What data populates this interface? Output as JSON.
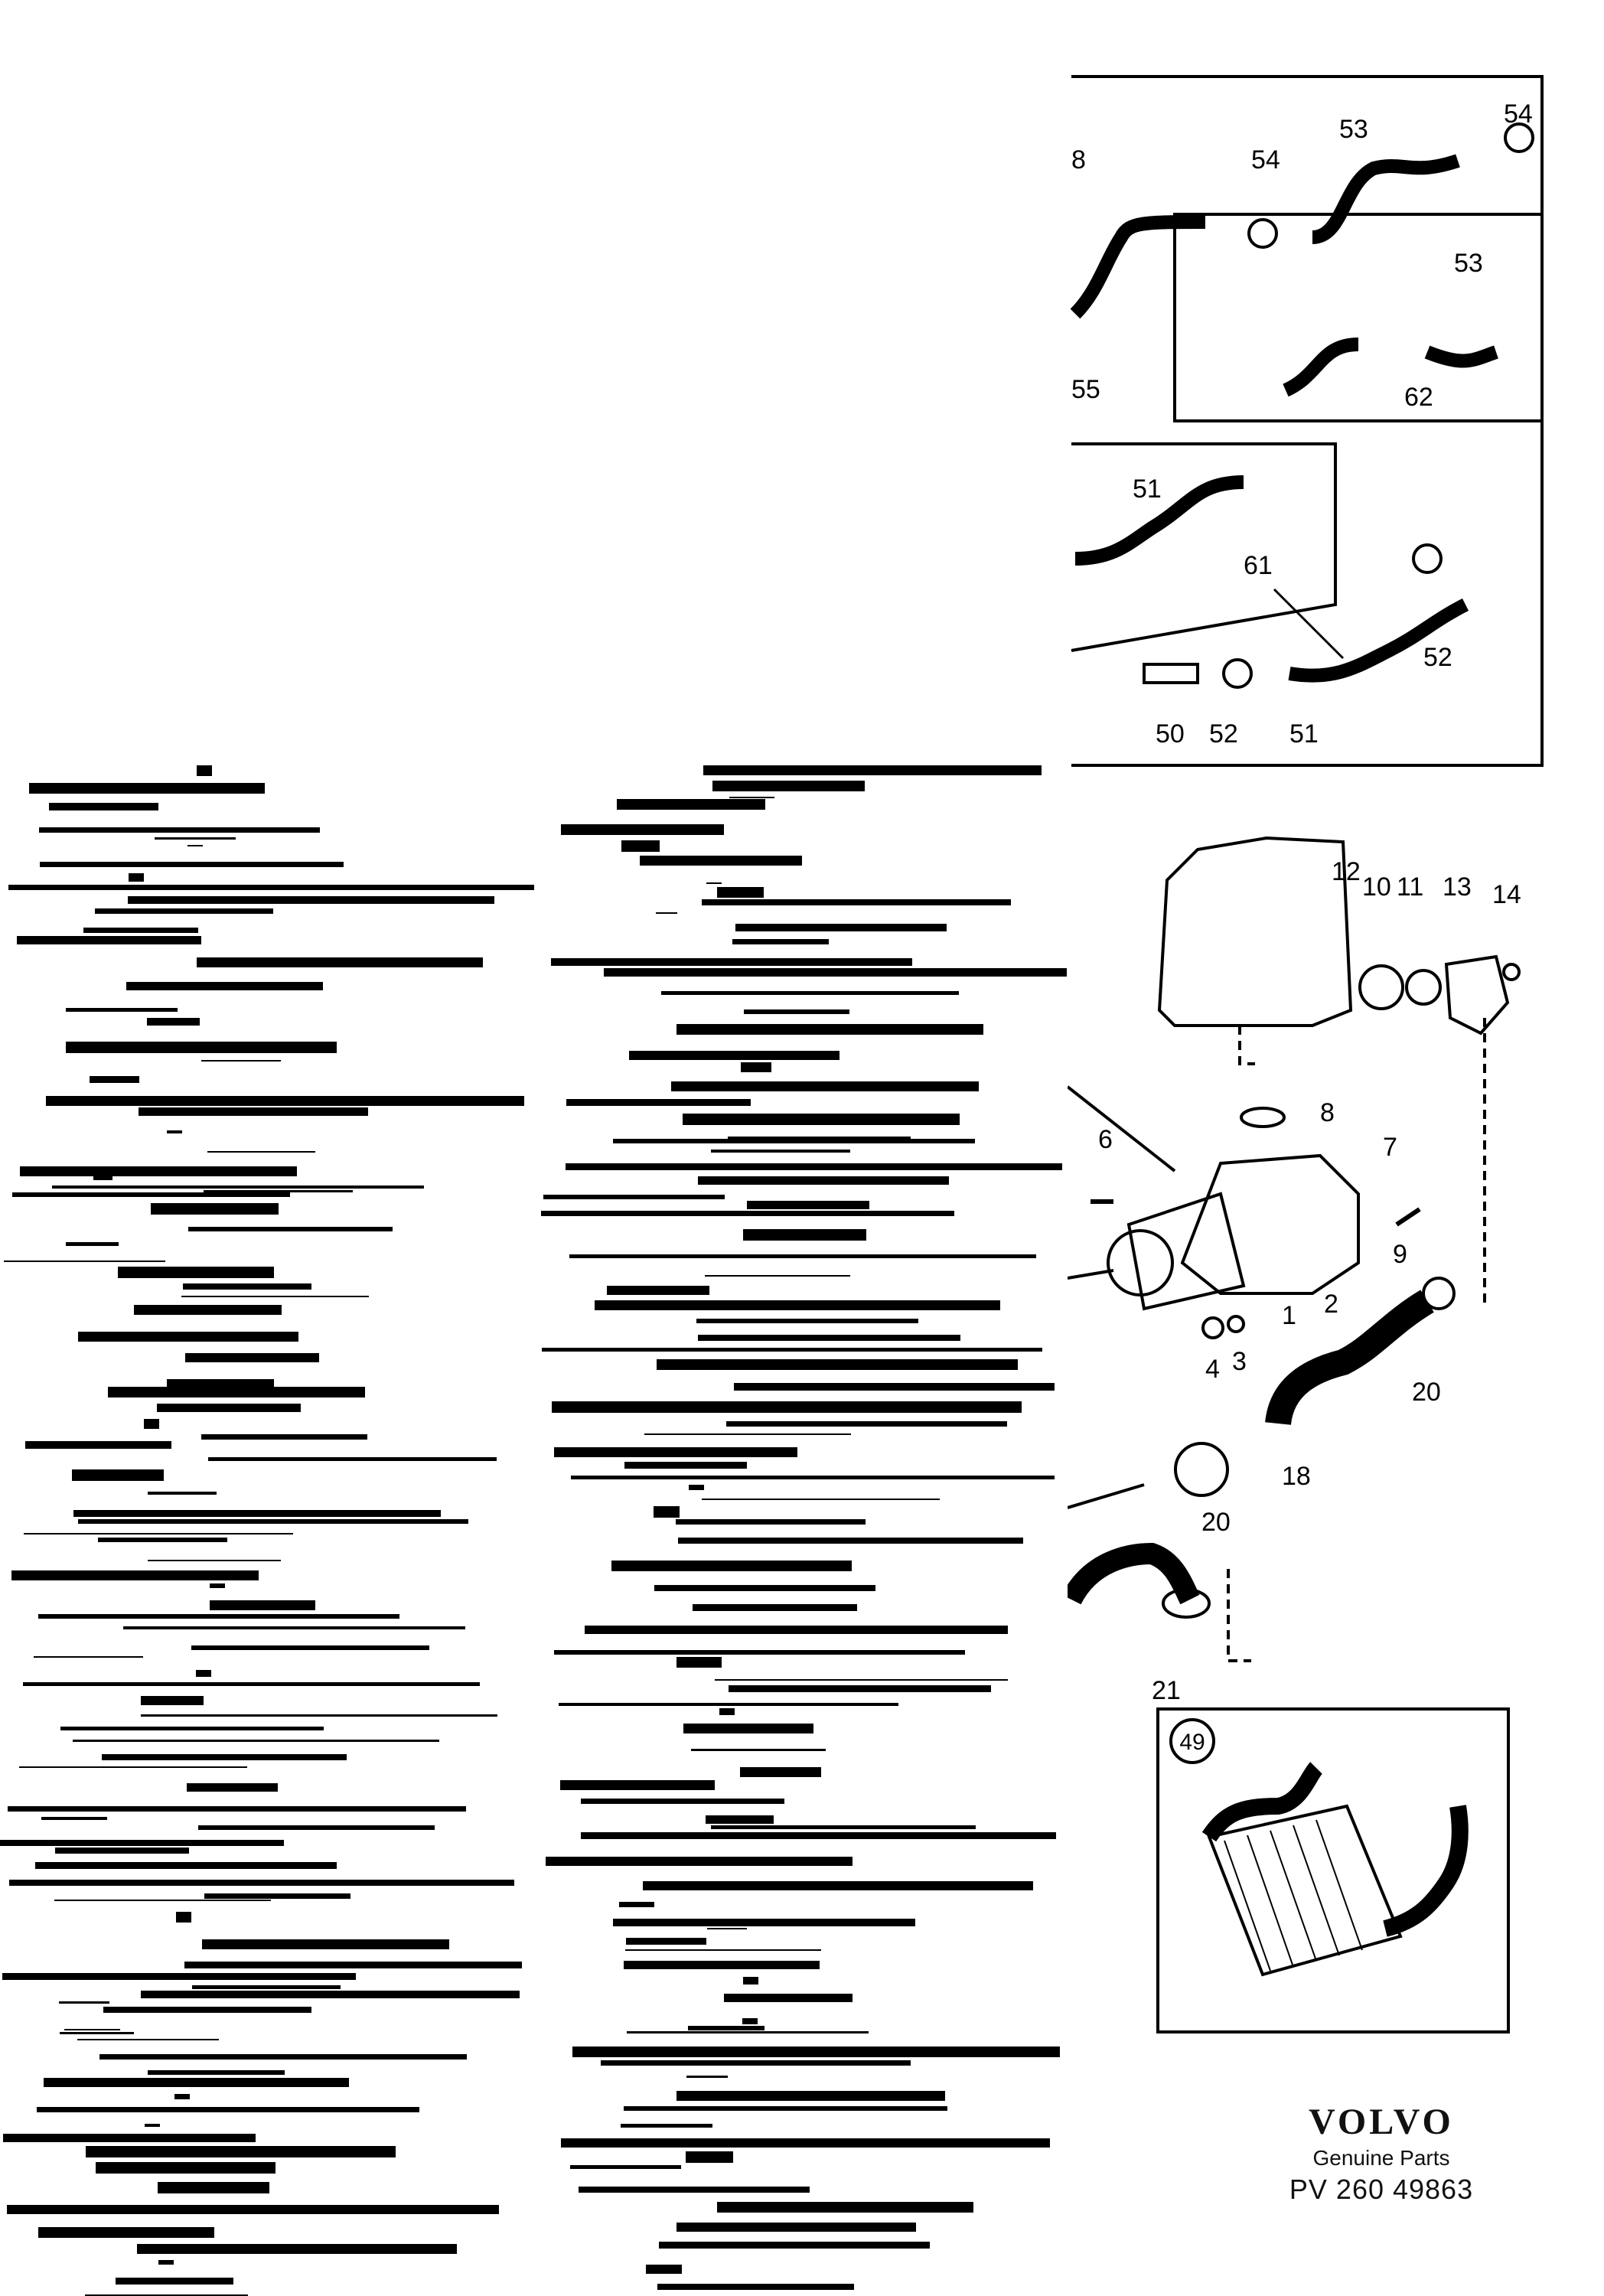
{
  "diagram_top": {
    "labels": [
      "8",
      "54",
      "53",
      "54",
      "55",
      "53",
      "62",
      "51",
      "61",
      "52",
      "50",
      "52",
      "51"
    ]
  },
  "diagram_middle": {
    "labels": [
      "12",
      "10",
      "11",
      "13",
      "14",
      "8",
      "6",
      "7",
      "9",
      "2",
      "1",
      "4",
      "3",
      "20",
      "18",
      "20",
      "21"
    ]
  },
  "inset": {
    "badge": "49"
  },
  "footer": {
    "brand": "VOLVO",
    "subtitle": "Genuine Parts",
    "code": "PV 260 49863"
  }
}
